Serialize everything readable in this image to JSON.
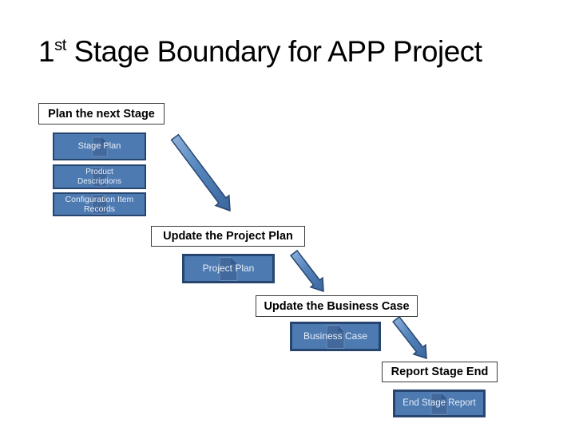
{
  "title": {
    "number": "1",
    "ordinal_suffix": "st",
    "rest": " Stage Boundary for APP Project"
  },
  "steps": [
    {
      "activity": "Plan the next Stage",
      "artifacts": [
        {
          "label": "Stage Plan"
        },
        {
          "label": "Product Descriptions"
        },
        {
          "label": "Configuration Item Records"
        }
      ]
    },
    {
      "activity": "Update the Project Plan",
      "artifacts": [
        {
          "label": "Project Plan"
        }
      ]
    },
    {
      "activity": "Update the Business Case",
      "artifacts": [
        {
          "label": "Business Case"
        }
      ]
    },
    {
      "activity": "Report Stage End",
      "artifacts": [
        {
          "label": "End Stage Report"
        }
      ]
    }
  ],
  "icons": {
    "artifact_icon": "document-icon",
    "connector_icon": "down-right-arrow-icon"
  },
  "colors": {
    "background": "#ffffff",
    "title_text": "#000000",
    "activity_fill": "#ffffff",
    "activity_border": "#3b3b3b",
    "activity_text": "#000000",
    "artifact_fill": "#4c7ab1",
    "artifact_border": "#27466f",
    "artifact_text": "#e8eff8",
    "document_icon_fill": "#43689b",
    "document_icon_fold": "#35598c",
    "arrow_highlight": "#8fb2dc",
    "arrow_fill": "#5585bd",
    "arrow_shadow": "#3a669c",
    "arrow_border": "#27466f"
  }
}
